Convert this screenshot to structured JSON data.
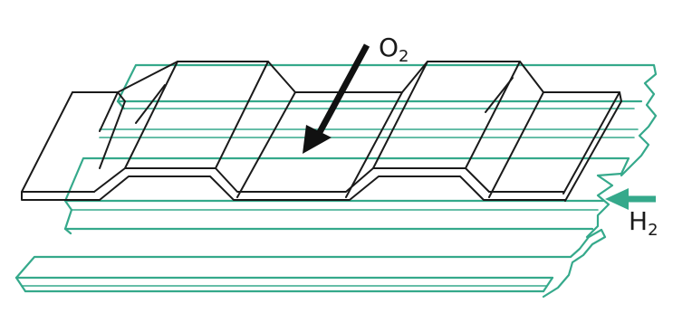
{
  "diagram": {
    "oxygen_label": {
      "base": "O",
      "subscript": "2"
    },
    "hydrogen_label": {
      "base": "H",
      "subscript": "2"
    }
  },
  "colors": {
    "teal": "#35a98b",
    "black": "#1a1a1a",
    "background": "#ffffff"
  },
  "icons": {
    "oxygen_arrow": "arrow-down-left-icon",
    "hydrogen_arrow": "arrow-left-icon"
  }
}
